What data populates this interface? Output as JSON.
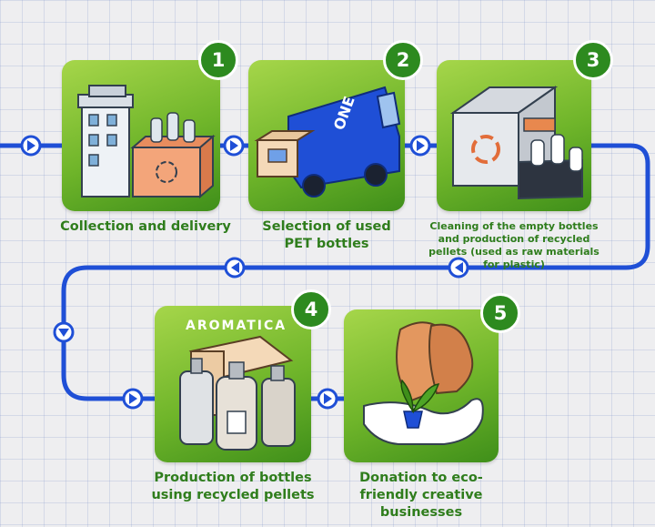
{
  "steps": [
    {
      "number": "1",
      "caption": "Collection and delivery"
    },
    {
      "number": "2",
      "caption": "Selection of used PET bottles"
    },
    {
      "number": "3",
      "caption": "Cleaning of the empty bottles and production of recycled pellets (used as raw materials for plastic)"
    },
    {
      "number": "4",
      "caption": "Production of bottles using recycled pellets"
    },
    {
      "number": "5",
      "caption": "Donation to eco-friendly creative businesses"
    }
  ],
  "brand_label": "AROMATICA",
  "van_label": "ONE",
  "colors": {
    "flow_line": "#1f4fd6",
    "card_green": "#6fb52a",
    "badge_green": "#2d8a1f",
    "caption_green": "#2f7d1c"
  }
}
